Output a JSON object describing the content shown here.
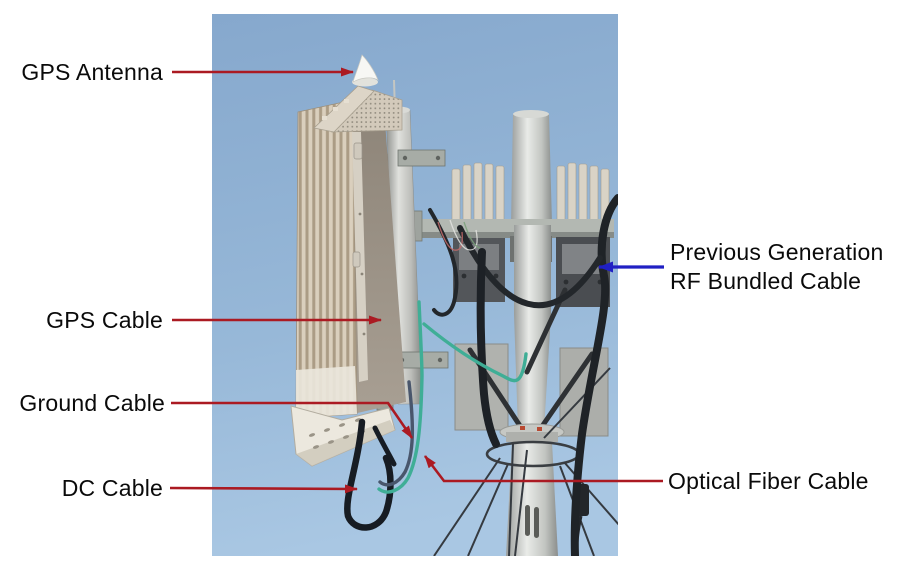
{
  "figure_type": "annotated photograph of a cellular antenna installation",
  "annotations": {
    "gps_antenna": {
      "label": "GPS Antenna",
      "arrow_color": "#ab1a22"
    },
    "gps_cable": {
      "label": "GPS Cable",
      "arrow_color": "#ab1a22"
    },
    "ground_cable": {
      "label": "Ground Cable",
      "arrow_color": "#ab1a22"
    },
    "dc_cable": {
      "label": "DC Cable",
      "arrow_color": "#ab1a22"
    },
    "optical_fiber_cable": {
      "label": "Optical Fiber Cable",
      "arrow_color": "#ab1a22"
    },
    "rf_bundled_cable": {
      "label_line1": "Previous Generation",
      "label_line2": "RF Bundled Cable",
      "arrow_color": "#2020c4"
    }
  },
  "photo": {
    "subject": "panel antenna with GPS radome beside legacy antenna mast",
    "sky_top_color": "#86a8cd",
    "sky_bottom_color": "#a9c7e3",
    "fiber_cable_color": "#3fae96",
    "text_color": "#0a0a0a"
  }
}
